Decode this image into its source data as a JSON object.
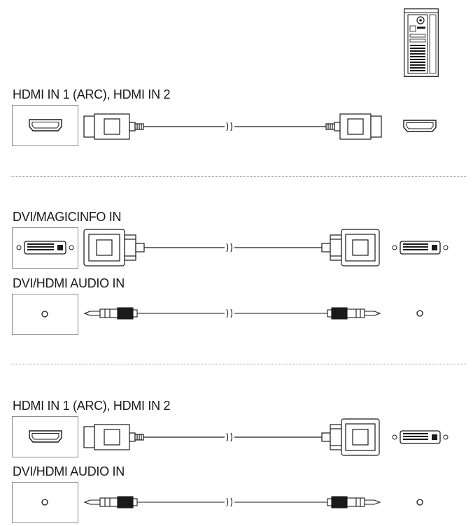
{
  "sections": [
    {
      "rows": [
        {
          "label": "HDMI IN 1 (ARC), HDMI IN 2",
          "monitor_port": "hdmi-port",
          "cable": "hdmi-to-hdmi",
          "pc_port": "hdmi-port"
        }
      ]
    },
    {
      "rows": [
        {
          "label": "DVI/MAGICINFO IN",
          "monitor_port": "dvi-port",
          "cable": "dvi-to-dvi",
          "pc_port": "dvi-port"
        },
        {
          "label": "DVI/HDMI AUDIO IN",
          "monitor_port": "audio-jack",
          "cable": "audio-to-audio",
          "pc_port": "audio-jack"
        }
      ]
    },
    {
      "rows": [
        {
          "label": "HDMI IN 1 (ARC), HDMI IN 2",
          "monitor_port": "hdmi-port",
          "cable": "hdmi-to-dvi",
          "pc_port": "dvi-port"
        },
        {
          "label": "DVI/HDMI AUDIO IN",
          "monitor_port": "audio-jack",
          "cable": "audio-to-audio",
          "pc_port": "audio-jack"
        }
      ]
    }
  ],
  "icons": {
    "pc": "desktop-pc-tower-icon"
  },
  "colors": {
    "line": "#1a1a1a",
    "box_border": "#8c8c8c",
    "divider": "#9a9a9a"
  }
}
